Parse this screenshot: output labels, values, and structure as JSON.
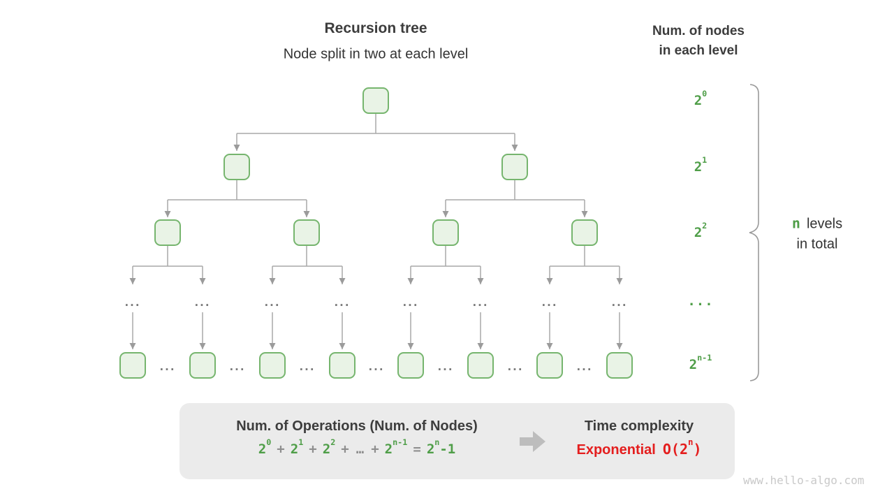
{
  "header": {
    "title": "Recursion tree",
    "subtitle": "Node split in two at each level"
  },
  "right_header": {
    "line1": "Num. of nodes",
    "line2": "in each level"
  },
  "level_labels": [
    {
      "base": "2",
      "sup": "0"
    },
    {
      "base": "2",
      "sup": "1"
    },
    {
      "base": "2",
      "sup": "2"
    },
    {
      "dots": "..."
    },
    {
      "base": "2",
      "sup": "n-1"
    }
  ],
  "brace_label": {
    "n": "n",
    "levels_word": "levels",
    "line2": "in total"
  },
  "tree": {
    "ellipsis": "..."
  },
  "operations_box": {
    "title": "Num. of Operations (Num. of Nodes)",
    "formula": {
      "t1_base": "2",
      "t1_sup": "0",
      "plus": "+",
      "t2_base": "2",
      "t2_sup": "1",
      "t3_base": "2",
      "t3_sup": "2",
      "dots": "…",
      "t4_base": "2",
      "t4_sup": "n-1",
      "equals": "=",
      "result_base": "2",
      "result_sup": "n",
      "result_tail": "-1"
    }
  },
  "time_complexity": {
    "title": "Time complexity",
    "value_word": "Exponential",
    "big_o_open": "O(2",
    "big_o_sup": "n",
    "big_o_close": ")"
  },
  "watermark": "www.hello-algo.com",
  "colors": {
    "green": "#4f9e48",
    "node_fill": "#e9f3e6",
    "node_border": "#76b56e",
    "red": "#e41e1e",
    "line_gray": "#a9a9a9",
    "box_bg": "#ebebeb"
  }
}
